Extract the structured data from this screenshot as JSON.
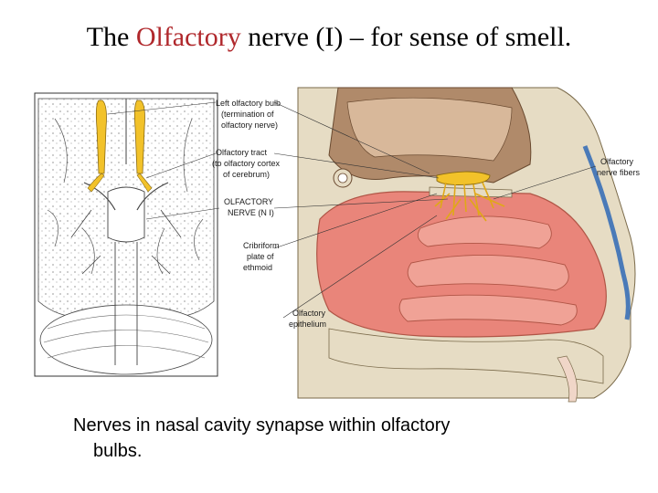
{
  "slide": {
    "title_prefix": "The ",
    "title_accent": "Olfactory",
    "title_suffix": " nerve (I) – for sense of smell.",
    "accent_color": "#b0282c"
  },
  "figure": {
    "labels": {
      "bulb_1": "Left olfactory bulb",
      "bulb_2": "(termination of",
      "bulb_3": "olfactory nerve)",
      "tract_1": "Olfactory tract",
      "tract_2": "(to olfactory cortex",
      "tract_3": "of cerebrum)",
      "nerve_1": "OLFACTORY",
      "nerve_2": "NERVE (N I)",
      "plate_1": "Cribriform",
      "plate_2": "plate of",
      "plate_3": "ethmoid",
      "epith_1": "Olfactory",
      "epith_2": "epithelium",
      "fibers_1": "Olfactory",
      "fibers_2": "nerve fibers"
    },
    "colors": {
      "nerve": "#f2c22a",
      "mucosa": "#e9857a",
      "bone": "#e6dcc4",
      "brain_tissue": "#b08a6a"
    }
  },
  "caption": {
    "line_1": "Nerves in nasal cavity synapse within olfactory",
    "line_2": "bulbs."
  }
}
